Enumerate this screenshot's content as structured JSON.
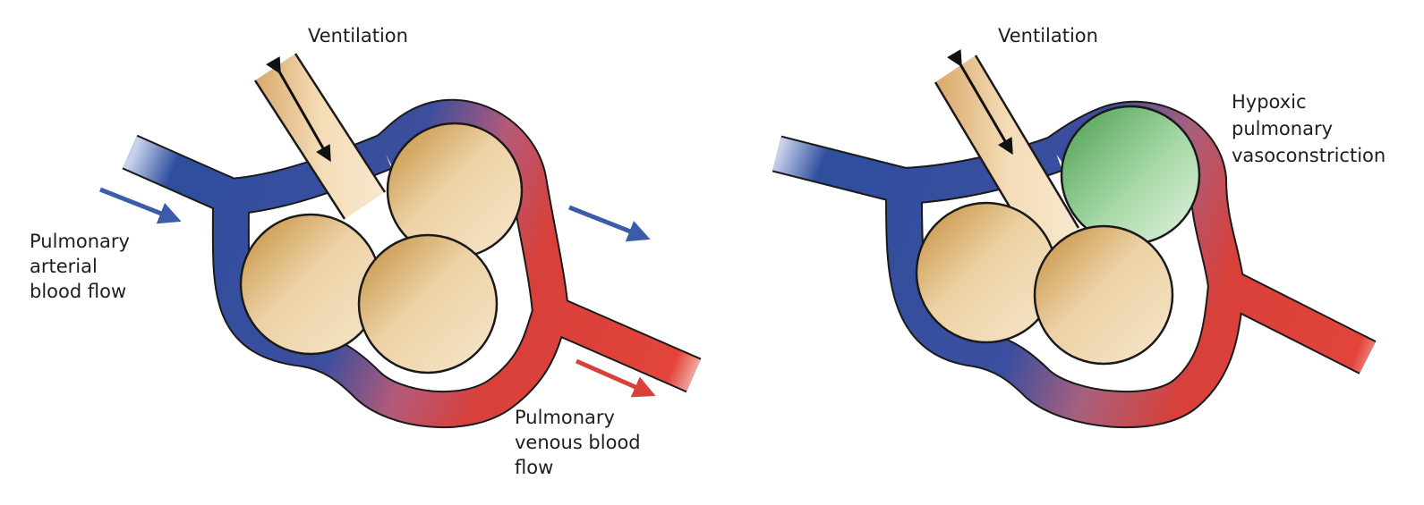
{
  "left_panel": {
    "ventilation_label": "Ventilation",
    "arterial_label": [
      "Pulmonary",
      "arterial",
      "blood flow"
    ],
    "venous_label": [
      "Pulmonary",
      "venous blood",
      "flow"
    ]
  },
  "right_panel": {
    "ventilation_label": "Ventilation",
    "hpv_label": [
      "Hypoxic",
      "pulmonary",
      "vasoconstriction"
    ]
  },
  "colors": {
    "deoxygenated_blood": "#2f4f9f",
    "oxygenated_blood": "#d8403a",
    "alveolus": "#f2dcb4",
    "alveolus_shade": "#c9913d",
    "hypoxic_alveolus": "#8ccf8c",
    "outline": "#1a1a1a"
  },
  "icons": [
    "double-arrow-icon",
    "flow-arrow-icon"
  ]
}
